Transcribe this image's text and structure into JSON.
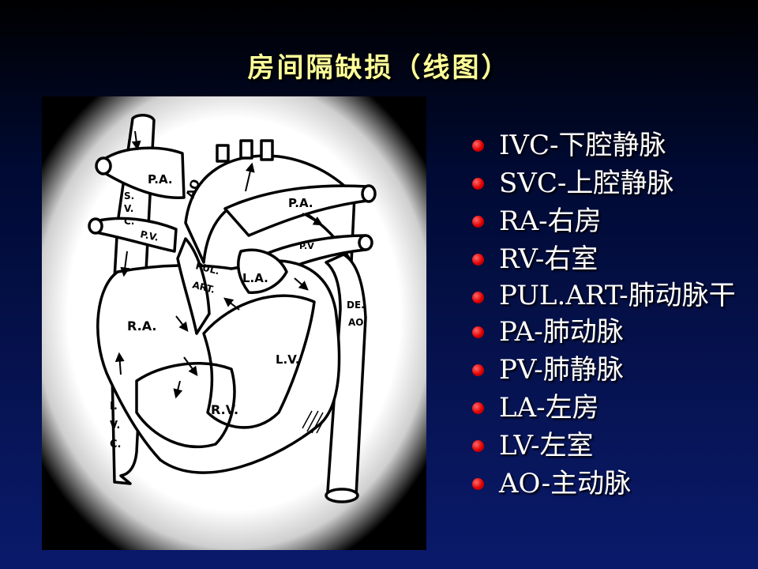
{
  "title": "房间隔缺损（线图）",
  "diagram": {
    "labels": {
      "pa_left": "P.A.",
      "pa_right": "P.A.",
      "ao": "AO",
      "svc": [
        "S.",
        "V.",
        "C."
      ],
      "pv_left": "P.V.",
      "pv_right": "P.V",
      "pul": "PUL.",
      "art": "ART.",
      "la": "L.A.",
      "ra": "R.A.",
      "rv": "R.V.",
      "lv": "L.V.",
      "de": "DE.",
      "ao_desc": "AO.",
      "ivc": [
        "I.",
        "V.",
        "C."
      ]
    }
  },
  "legend": [
    "IVC-下腔静脉",
    "SVC-上腔静脉",
    "RA-右房",
    "RV-右室",
    "PUL.ART-肺动脉干",
    "PA-肺动脉",
    "PV-肺静脉",
    "LA-左房",
    "LV-左室",
    "AO-主动脉"
  ],
  "colors": {
    "title": "#ffff99",
    "bullet": "#e00000",
    "legend_text": "#ffffff"
  }
}
